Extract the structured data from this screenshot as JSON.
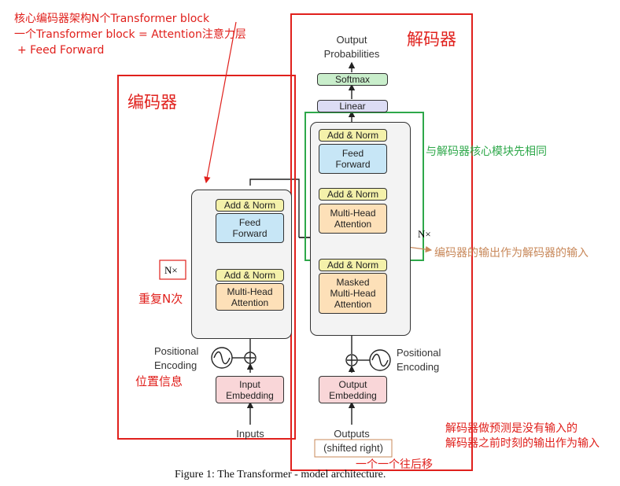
{
  "annotations": {
    "top_note_line1": "核心编码器架构N个Transformer block",
    "top_note_line2": "一个Transformer block = Attention注意力层",
    "top_note_line3": "+ Feed Forward",
    "encoder_title": "编码器",
    "decoder_title": "解码器",
    "repeat_n": "重复N次",
    "position_info": "位置信息",
    "same_as_decoder": "与解码器核心模块先相同",
    "enc_out_as_dec_in": "编码器的输出作为解码器的输入",
    "decoder_pred_line1": "解码器做预测是没有输入的",
    "decoder_pred_line2": "解码器之前时刻的输出作为输入",
    "shift_note": "一个一个往后移"
  },
  "encoder": {
    "nx": "N×",
    "add_norm_top": "Add & Norm",
    "feed_forward": "Feed\nForward",
    "add_norm_bottom": "Add & Norm",
    "attention": "Multi-Head\nAttention",
    "positional_encoding": "Positional\nEncoding",
    "embedding": "Input\nEmbedding",
    "inputs": "Inputs"
  },
  "decoder": {
    "output_probabilities": "Output\nProbabilities",
    "softmax": "Softmax",
    "linear": "Linear",
    "add_norm_top": "Add & Norm",
    "feed_forward": "Feed\nForward",
    "add_norm_mid": "Add & Norm",
    "attention": "Multi-Head\nAttention",
    "nx": "N×",
    "add_norm_bottom": "Add & Norm",
    "masked_attention": "Masked\nMulti-Head\nAttention",
    "positional_encoding": "Positional\nEncoding",
    "embedding": "Output\nEmbedding",
    "outputs": "Outputs",
    "shifted": "(shifted right)"
  },
  "caption": "Figure 1: The Transformer - model architecture.",
  "colors": {
    "annotation_red": "#e0201c",
    "annotation_green": "#2ea84a",
    "annotation_brown": "#c8885a",
    "add_norm": "#f4f1aa",
    "feed_forward": "#c7e6f6",
    "attention": "#fde0b8",
    "embedding": "#f9d6d8",
    "linear": "#dcdcf4",
    "softmax": "#c9eecb"
  }
}
